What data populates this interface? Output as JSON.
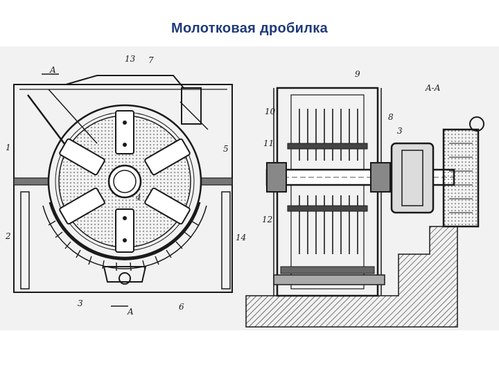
{
  "slide": {
    "title": "Молотковая дробилка"
  },
  "figure": {
    "left_view_labels": [
      "13",
      "7",
      "1",
      "5",
      "2",
      "14",
      "3",
      "4",
      "6"
    ],
    "section_marks": [
      "A",
      "A"
    ],
    "right_view_labels": [
      "9",
      "8",
      "10",
      "3",
      "11",
      "12"
    ],
    "section_title": "A-A"
  }
}
